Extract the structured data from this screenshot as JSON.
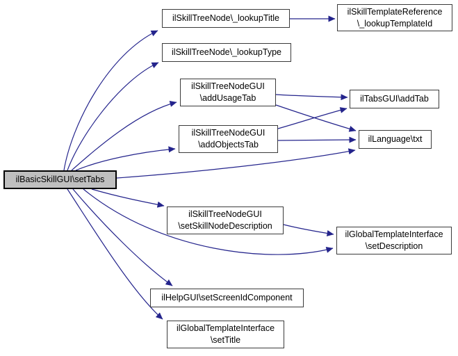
{
  "diagram": {
    "kind": "call-graph",
    "colors": {
      "background": "#ffffff",
      "edge": "#24248c",
      "node_border": "#3a3a3a",
      "node_fill": "#ffffff",
      "highlight_fill": "#bfbfbf",
      "highlight_border": "#000000",
      "text": "#000000"
    },
    "nodes": {
      "setTabs": {
        "label": "ilBasicSkillGUI\\setTabs",
        "highlighted": true
      },
      "lookupTitle": {
        "label": "ilSkillTreeNode\\_lookupTitle"
      },
      "lookupType": {
        "label": "ilSkillTreeNode\\_lookupType"
      },
      "lookupTemplateId": {
        "label": "ilSkillTemplateReference\n\\_lookupTemplateId"
      },
      "addUsageTab": {
        "label": "ilSkillTreeNodeGUI\n\\addUsageTab"
      },
      "addTab": {
        "label": "ilTabsGUI\\addTab"
      },
      "addObjectsTab": {
        "label": "ilSkillTreeNodeGUI\n\\addObjectsTab"
      },
      "txt": {
        "label": "ilLanguage\\txt"
      },
      "setSkillNodeDescription": {
        "label": "ilSkillTreeNodeGUI\n\\setSkillNodeDescription"
      },
      "setDescription": {
        "label": "ilGlobalTemplateInterface\n\\setDescription"
      },
      "setScreenIdComponent": {
        "label": "ilHelpGUI\\setScreenIdComponent"
      },
      "setTitle": {
        "label": "ilGlobalTemplateInterface\n\\setTitle"
      }
    },
    "edges": [
      {
        "from": "ilBasicSkillGUI\\setTabs",
        "to": "ilSkillTreeNode\\_lookupTitle"
      },
      {
        "from": "ilBasicSkillGUI\\setTabs",
        "to": "ilSkillTreeNode\\_lookupType"
      },
      {
        "from": "ilBasicSkillGUI\\setTabs",
        "to": "ilSkillTreeNodeGUI\\addUsageTab"
      },
      {
        "from": "ilBasicSkillGUI\\setTabs",
        "to": "ilSkillTreeNodeGUI\\addObjectsTab"
      },
      {
        "from": "ilBasicSkillGUI\\setTabs",
        "to": "ilLanguage\\txt"
      },
      {
        "from": "ilBasicSkillGUI\\setTabs",
        "to": "ilSkillTreeNodeGUI\\setSkillNodeDescription"
      },
      {
        "from": "ilBasicSkillGUI\\setTabs",
        "to": "ilGlobalTemplateInterface\\setDescription"
      },
      {
        "from": "ilBasicSkillGUI\\setTabs",
        "to": "ilHelpGUI\\setScreenIdComponent"
      },
      {
        "from": "ilBasicSkillGUI\\setTabs",
        "to": "ilGlobalTemplateInterface\\setTitle"
      },
      {
        "from": "ilSkillTreeNode\\_lookupTitle",
        "to": "ilSkillTemplateReference\\_lookupTemplateId"
      },
      {
        "from": "ilSkillTreeNodeGUI\\addUsageTab",
        "to": "ilTabsGUI\\addTab"
      },
      {
        "from": "ilSkillTreeNodeGUI\\addUsageTab",
        "to": "ilLanguage\\txt"
      },
      {
        "from": "ilSkillTreeNodeGUI\\addObjectsTab",
        "to": "ilTabsGUI\\addTab"
      },
      {
        "from": "ilSkillTreeNodeGUI\\addObjectsTab",
        "to": "ilLanguage\\txt"
      },
      {
        "from": "ilSkillTreeNodeGUI\\setSkillNodeDescription",
        "to": "ilGlobalTemplateInterface\\setDescription"
      }
    ]
  }
}
